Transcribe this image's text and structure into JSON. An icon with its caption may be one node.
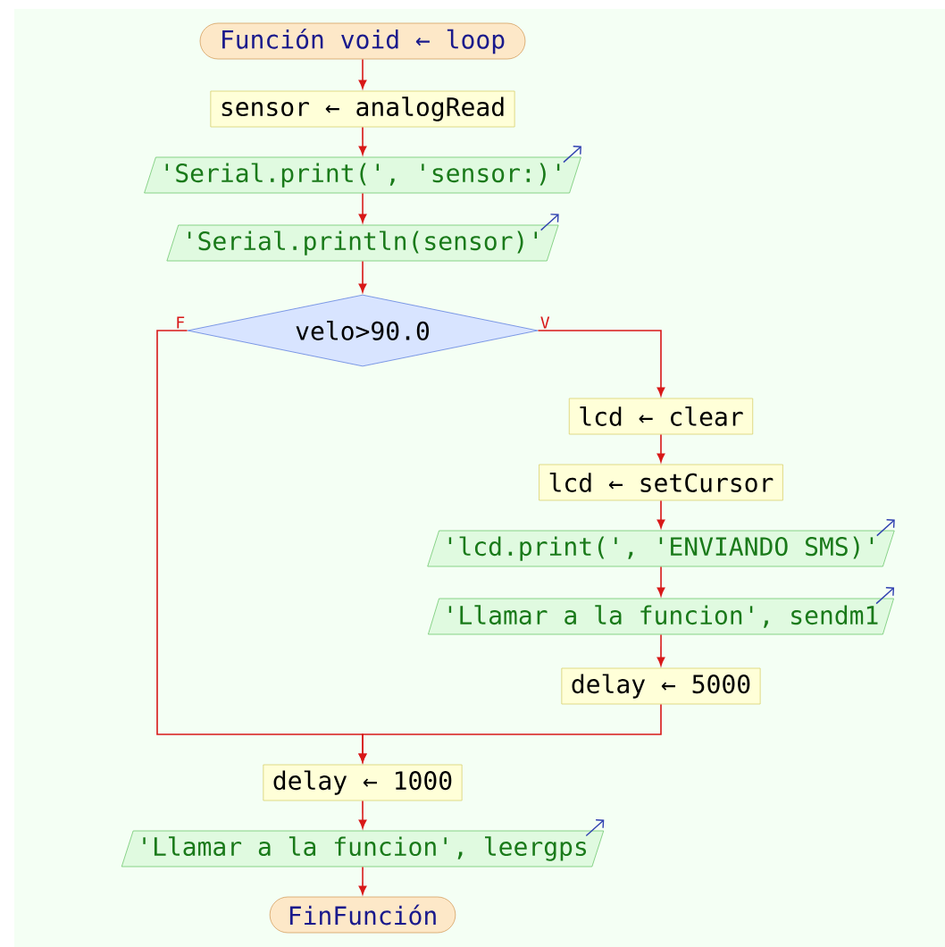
{
  "diagram": {
    "nodes": [
      {
        "text": [
          "Función void ← loop"
        ]
      },
      {
        "text": [
          "sensor ← analogRead"
        ]
      },
      {
        "text": [
          "'Serial.print(', 'sensor:)'"
        ]
      },
      {
        "text": [
          "'Serial.println(sensor)'"
        ]
      },
      {
        "text": [
          "velo>90.0"
        ]
      },
      {
        "text": [
          "lcd ← clear"
        ]
      },
      {
        "text": [
          "lcd ← setCursor"
        ]
      },
      {
        "text": [
          "'lcd.print(', 'ENVIANDO SMS)'"
        ]
      },
      {
        "text": [
          "'Llamar a la funcion', sendm1"
        ]
      },
      {
        "text": [
          "delay ← 5000"
        ]
      },
      {
        "text": [
          "delay ← 1000"
        ]
      },
      {
        "text": [
          "'Llamar a la funcion', leergps"
        ]
      },
      {
        "text": [
          "FinFunción"
        ]
      }
    ],
    "edges": [
      {
        "from": 0,
        "to": 1,
        "arrow": "to"
      },
      {
        "from": 1,
        "to": 2,
        "arrow": "to"
      },
      {
        "from": 2,
        "to": 3,
        "arrow": "to"
      },
      {
        "from": 3,
        "to": 4,
        "arrow": "to"
      },
      {
        "from": 4,
        "to": 5,
        "arrow": "to",
        "label": "V"
      },
      {
        "from": 5,
        "to": 6,
        "arrow": "to"
      },
      {
        "from": 6,
        "to": 7,
        "arrow": "to"
      },
      {
        "from": 7,
        "to": 8,
        "arrow": "to"
      },
      {
        "from": 8,
        "to": 9,
        "arrow": "to"
      },
      {
        "from": 9,
        "to": 10,
        "arrow": "to"
      },
      {
        "from": 4,
        "to": 10,
        "arrow": "to",
        "label": "F"
      },
      {
        "from": 10,
        "to": 11,
        "arrow": "to"
      },
      {
        "from": 11,
        "to": 12,
        "arrow": "to"
      }
    ]
  }
}
